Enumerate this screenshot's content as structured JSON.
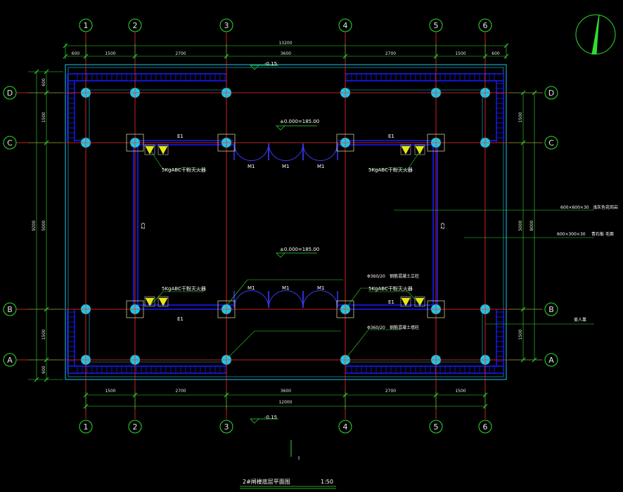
{
  "colors": {
    "background": "#000000",
    "grid": "#ff2a2a",
    "wall": "#1a1aff",
    "column": "#19c8e6",
    "dimension": "#2ee02e",
    "outline": "#2ee02e",
    "text": "#ffffff",
    "leader": "#2ee02e",
    "door": "#3b3bff",
    "extinguisher": "#e6e619",
    "edge": "#19c8e6"
  },
  "grid": {
    "x_labels": [
      "1",
      "2",
      "3",
      "4",
      "5",
      "6"
    ],
    "y_labels": [
      "D",
      "C",
      "B",
      "A"
    ]
  },
  "dims": {
    "top_total": "13200",
    "top": [
      "600",
      "1500",
      "2700",
      "3600",
      "2700",
      "1500",
      "600"
    ],
    "bottom": [
      "1500",
      "2700",
      "3600",
      "2700",
      "1500"
    ],
    "bottom_total": "12000",
    "left_outer": "9200",
    "left_inner": "5000",
    "left_lower": [
      "1500",
      "600"
    ],
    "left_upper": [
      "600",
      "1500"
    ],
    "right_inner": "5000",
    "right_outer": "8000",
    "right_upper": "1500",
    "right_lower": "1500"
  },
  "levels": {
    "outer": "-0.15",
    "inner_top": "±0.000=185.00",
    "inner_mid": "±0.000=185.00",
    "bottom": "-0.15"
  },
  "labels": {
    "beam_top_left": "E1",
    "beam_top_right": "E1",
    "beam_bottom_left": "E1",
    "beam_bottom_right": "E1",
    "wall_left": "C2",
    "wall_right": "C2",
    "door": "M1",
    "extinguisher": "5KgABC干粉灭火器",
    "column_spec": "Φ360/20",
    "column_note_1": "钢筋混凝土立柱",
    "column_note_2": "钢筋混凝土墙柱",
    "paving_1_size": "600×600×30",
    "paving_1_name": "浅灰色花岗岩",
    "paving_2_size": "600×300×30",
    "paving_2_name": "青石板 毛面",
    "ramp_note": "美人靠"
  },
  "footer": {
    "section_mark": "I",
    "title": "2#闸楼底层平面图",
    "scale": "1:50"
  }
}
